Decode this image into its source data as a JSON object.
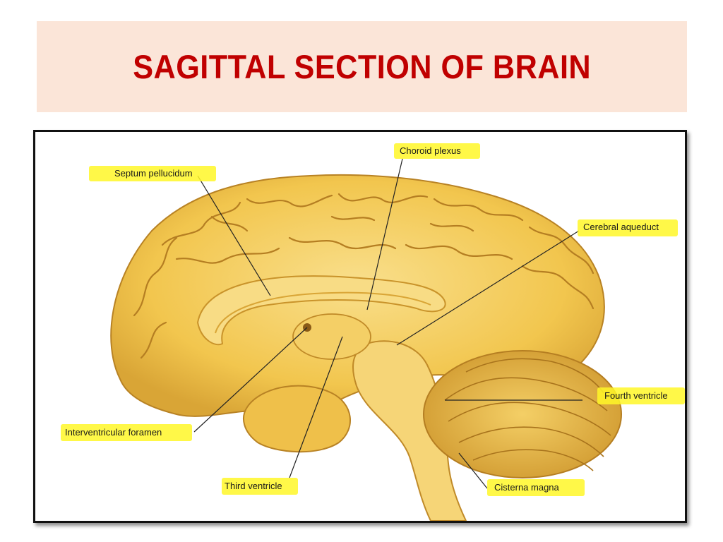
{
  "slide": {
    "title": "SAGITTAL SECTION OF BRAIN"
  },
  "figure": {
    "labels": {
      "septum_pellucidum": "Septum pellucidum",
      "choroid_plexus": "Choroid plexus",
      "cerebral_aqueduct": "Cerebral aqueduct",
      "fourth_ventricle": "Fourth ventricle",
      "interventricular_foramen": "Interventricular foramen",
      "third_ventricle": "Third ventricle",
      "cisterna_magna": "Cisterna magna"
    },
    "colors": {
      "brain": "#f2c64e",
      "brain_dark": "#c9932a",
      "brain_light": "#f8dc85",
      "highlight": "#fff728",
      "title": "#c00000",
      "title_band": "#fbe5d8"
    }
  }
}
